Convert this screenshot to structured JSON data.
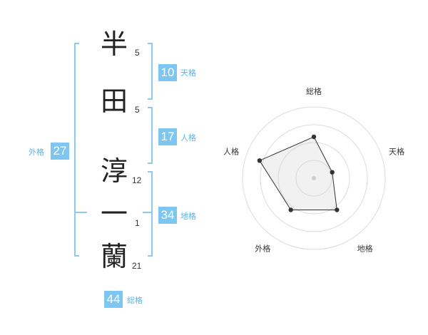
{
  "name": {
    "chars": [
      {
        "char": "半",
        "strokes": "5"
      },
      {
        "char": "田",
        "strokes": "5"
      },
      {
        "char": "淳",
        "strokes": "12"
      },
      {
        "char": "一",
        "strokes": "1"
      },
      {
        "char": "蘭",
        "strokes": "21"
      }
    ]
  },
  "kakusu": {
    "tenkaku": {
      "value": "10",
      "label": "天格"
    },
    "jinkaku": {
      "value": "17",
      "label": "人格"
    },
    "chikaku": {
      "value": "34",
      "label": "地格"
    },
    "gaikaku": {
      "value": "27",
      "label": "外格"
    },
    "soukaku": {
      "value": "44",
      "label": "総格"
    }
  },
  "colors": {
    "accent": "#7dc6f2",
    "bracket": "#8fc9f0",
    "label": "#5db4ea"
  },
  "chart_data": {
    "type": "radar",
    "axes": [
      "総格",
      "天格",
      "地格",
      "外格",
      "人格"
    ],
    "values": [
      0.58,
      0.27,
      0.55,
      0.55,
      0.8
    ],
    "scale_max": 1,
    "rings": 4
  }
}
